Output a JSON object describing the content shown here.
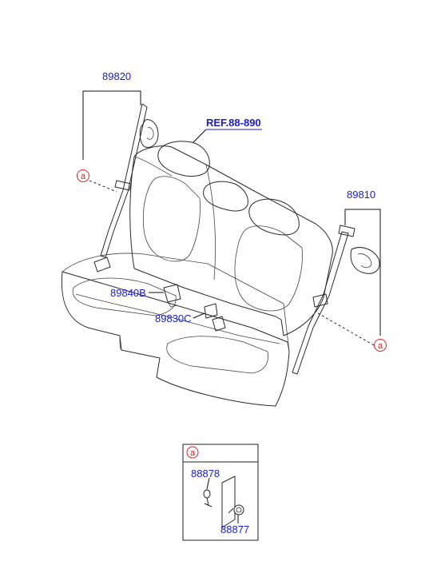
{
  "labels": {
    "belt_left": "89820",
    "belt_right": "89810",
    "ref": "REF.88-890",
    "buckle_left": "89840B",
    "buckle_center": "89830C",
    "detail_part_top": "88878",
    "detail_part_bottom": "88877"
  },
  "callouts": {
    "letter": "a"
  },
  "colors": {
    "label_blue": "#1a1ad8",
    "callout_red": "#e02020",
    "line_black": "#2a2a2a"
  }
}
